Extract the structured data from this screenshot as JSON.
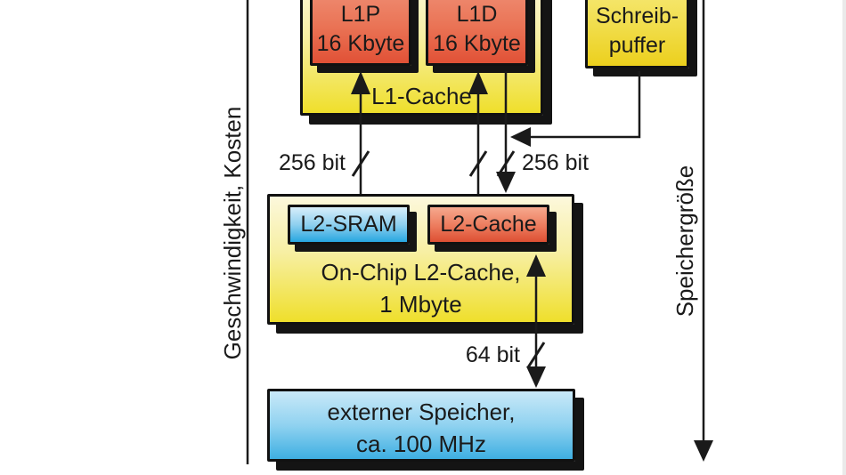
{
  "diagram": {
    "axis_left_label": "Geschwindigkeit, Kosten",
    "axis_right_label": "Speichergröße",
    "l1p": {
      "title": "L1P",
      "size": "16 Kbyte"
    },
    "l1d": {
      "title": "L1D",
      "size": "16 Kbyte"
    },
    "l1cache_label": "L1-Cache",
    "write_buffer": {
      "line1": "Schreib-",
      "line2": "puffer"
    },
    "l2sram_label": "L2-SRAM",
    "l2cache_label": "L2-Cache",
    "l2box": {
      "line1": "On-Chip L2-Cache,",
      "line2": "1 Mbyte"
    },
    "external_memory": {
      "line1": "externer Speicher,",
      "line2": "ca. 100 MHz"
    },
    "bus_left": "256 bit",
    "bus_right": "256 bit",
    "bus_bottom": "64 bit",
    "colors": {
      "yellow": "#efdf2b",
      "red": "#e15136",
      "blue": "#27a6e0",
      "line": "#1a1a1a",
      "shadow": "#141414",
      "background": "#ffffff"
    }
  }
}
